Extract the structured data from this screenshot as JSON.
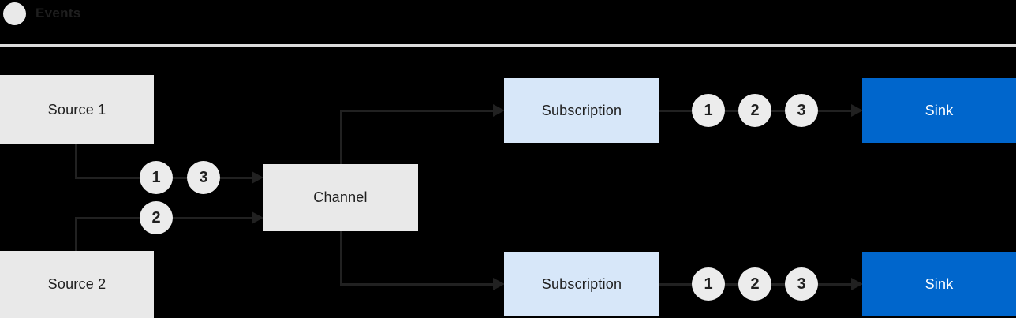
{
  "legend": {
    "label": "Events"
  },
  "nodes": {
    "source1": {
      "label": "Source 1"
    },
    "source2": {
      "label": "Source 2"
    },
    "channel": {
      "label": "Channel"
    },
    "subscription_top": {
      "label": "Subscription"
    },
    "subscription_bottom": {
      "label": "Subscription"
    },
    "sink_top": {
      "label": "Sink"
    },
    "sink_bottom": {
      "label": "Sink"
    }
  },
  "event_markers": {
    "source1_to_channel": [
      "1",
      "3"
    ],
    "source2_to_channel": [
      "2"
    ],
    "subscription_top_to_sink": [
      "1",
      "2",
      "3"
    ],
    "subscription_bottom_to_sink": [
      "1",
      "2",
      "3"
    ]
  },
  "colors": {
    "background": "#000000",
    "separator": "#dbdbdb",
    "legend_circle_fill": "#e9e9e9",
    "box_gray": "#e9e9e9",
    "box_blue_light": "#d7e7f9",
    "box_blue": "#0066cc",
    "circle_fill": "#ececec",
    "line": "#212121",
    "text_dark": "#1f1f1f",
    "text_light": "#ffffff"
  }
}
